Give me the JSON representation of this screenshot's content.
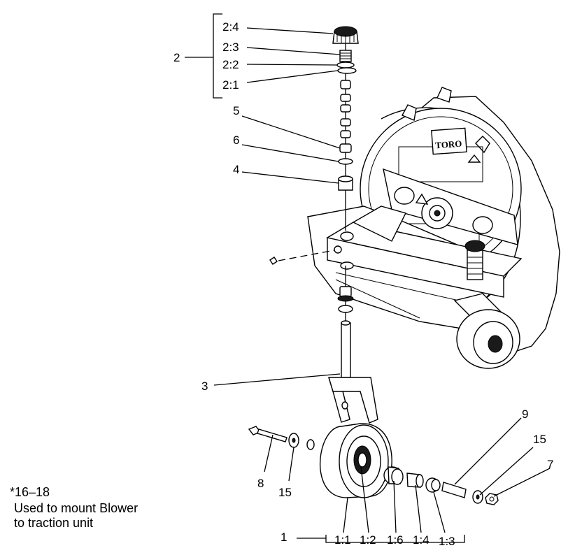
{
  "labels": {
    "l2_4": "2:4",
    "l2_3": "2:3",
    "l2_2": "2:2",
    "l2_1": "2:1",
    "l2": "2",
    "l5": "5",
    "l6": "6",
    "l4": "4",
    "l3": "3",
    "l9": "9",
    "l15a": "15",
    "l7": "7",
    "l8": "8",
    "l15b": "15",
    "l1": "1",
    "l1_1": "1:1",
    "l1_2": "1:2",
    "l1_6": "1:6",
    "l1_4": "1:4",
    "l1_3": "1:3"
  },
  "brand": "TORO",
  "note": {
    "line1": "*16–18",
    "line2": "Used to mount Blower",
    "line3": "to traction unit"
  }
}
